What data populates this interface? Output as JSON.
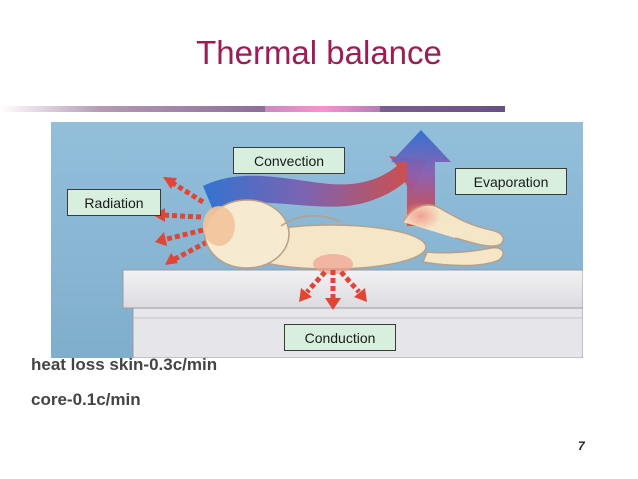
{
  "slide": {
    "title": "Thermal balance",
    "page_number": "7"
  },
  "diagram": {
    "labels": {
      "convection": "Convection",
      "evaporation": "Evaporation",
      "radiation": "Radiation",
      "conduction": "Conduction"
    }
  },
  "body": {
    "lines": [
      "heat loss skin-0.3c/min",
      "core-0.1c/min"
    ]
  },
  "colors": {
    "title": "#9c1d55",
    "photo_background": "#8cb9d6",
    "label_fill": "#d8efde",
    "heat_arrow": "#e04535",
    "cool_arrow": "#2f6fd0"
  }
}
